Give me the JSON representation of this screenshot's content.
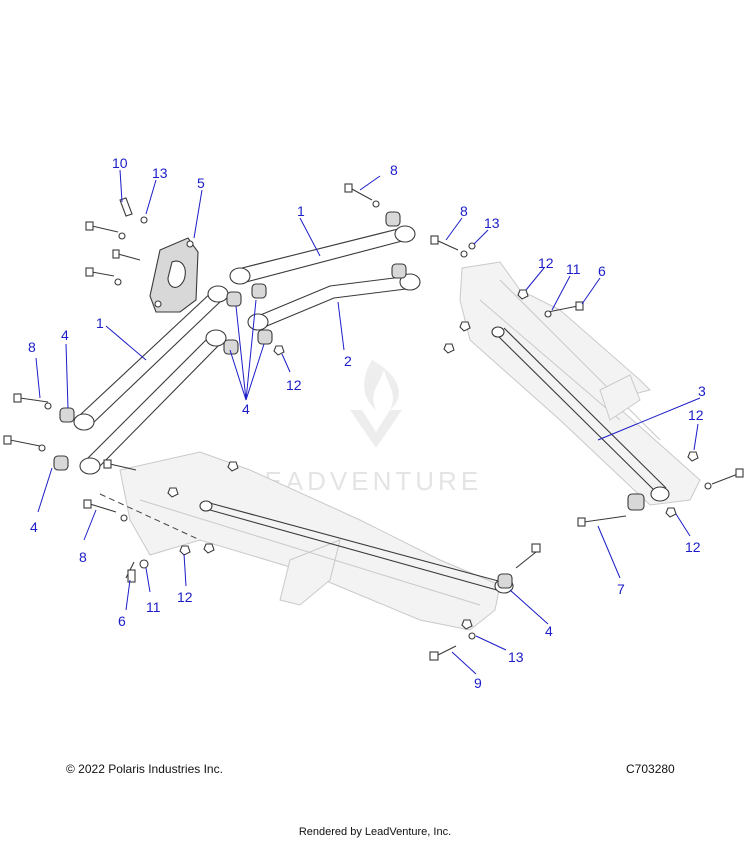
{
  "callouts": [
    {
      "id": "c10",
      "label": "10"
    },
    {
      "id": "c13a",
      "label": "13"
    },
    {
      "id": "c5",
      "label": "5"
    },
    {
      "id": "c1a",
      "label": "1"
    },
    {
      "id": "c8a",
      "label": "8"
    },
    {
      "id": "c8b",
      "label": "8"
    },
    {
      "id": "c13b",
      "label": "13"
    },
    {
      "id": "c12a",
      "label": "12"
    },
    {
      "id": "c11a",
      "label": "11"
    },
    {
      "id": "c6a",
      "label": "6"
    },
    {
      "id": "c1b",
      "label": "1"
    },
    {
      "id": "c8c",
      "label": "8"
    },
    {
      "id": "c4a",
      "label": "4"
    },
    {
      "id": "c2",
      "label": "2"
    },
    {
      "id": "c12b",
      "label": "12"
    },
    {
      "id": "c4b",
      "label": "4"
    },
    {
      "id": "c3",
      "label": "3"
    },
    {
      "id": "c12c",
      "label": "12"
    },
    {
      "id": "c4c",
      "label": "4"
    },
    {
      "id": "c8d",
      "label": "8"
    },
    {
      "id": "c12d",
      "label": "12"
    },
    {
      "id": "c7",
      "label": "7"
    },
    {
      "id": "c6b",
      "label": "6"
    },
    {
      "id": "c11b",
      "label": "11"
    },
    {
      "id": "c12e",
      "label": "12"
    },
    {
      "id": "c4d",
      "label": "4"
    },
    {
      "id": "c13c",
      "label": "13"
    },
    {
      "id": "c9",
      "label": "9"
    }
  ],
  "watermark": {
    "text": "LEADVENTURE"
  },
  "footer": {
    "copyright": "© 2022 Polaris Industries Inc.",
    "part_code": "C703280",
    "rendered_by": "Rendered by LeadVenture, Inc."
  },
  "colors": {
    "callout": "#1c1cc8",
    "line_art": "#3a3a3a",
    "ghost": "#c9c9c9"
  }
}
